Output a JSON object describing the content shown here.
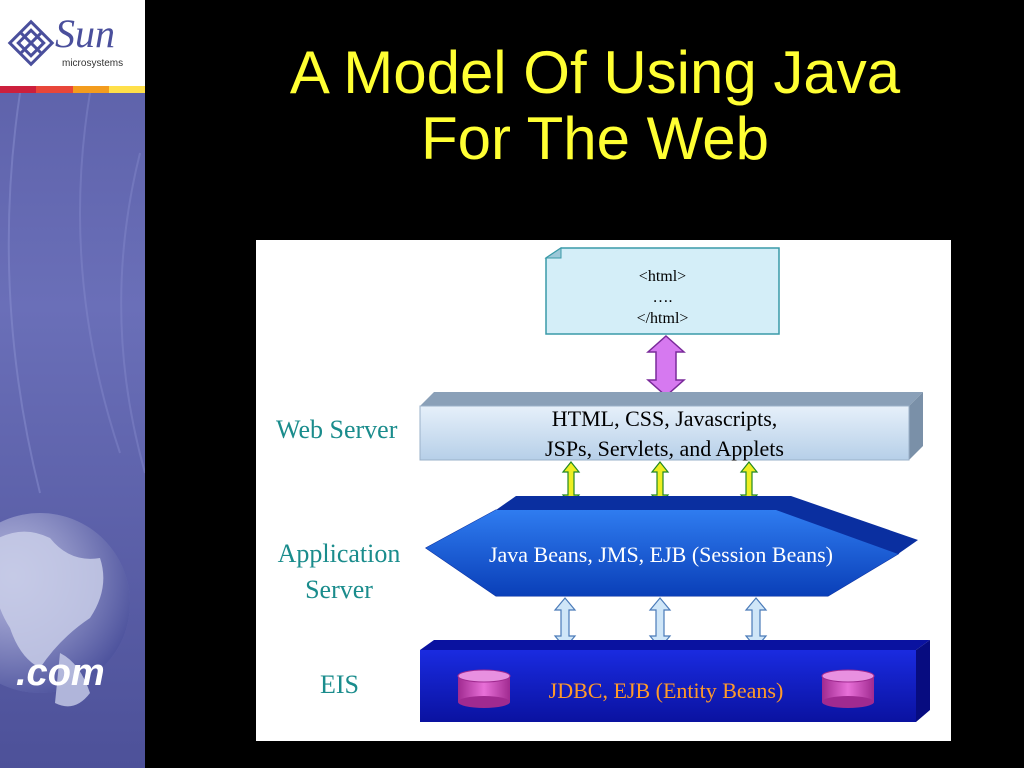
{
  "branding": {
    "logo_word": "Sun",
    "logo_subtext": "microsystems",
    "footer_mark": ".com",
    "stripe_colors": [
      "#cc1f3d",
      "#e8463a",
      "#f39c1e",
      "#ffe04a"
    ]
  },
  "slide": {
    "title_line1": "A Model Of Using Java",
    "title_line2": "For The Web"
  },
  "diagram": {
    "document": {
      "line1": "<html>",
      "line2": "….",
      "line3": "</html>"
    },
    "tiers": {
      "web_server": {
        "label": "Web Server",
        "content_line1": "HTML, CSS, Javascripts,",
        "content_line2": "JSPs, Servlets, and Applets"
      },
      "app_server": {
        "label_line1": "Application",
        "label_line2": "Server",
        "content": "Java Beans, JMS, EJB (Session Beans)"
      },
      "eis": {
        "label": "EIS",
        "content": "JDBC, EJB (Entity Beans)"
      }
    }
  }
}
